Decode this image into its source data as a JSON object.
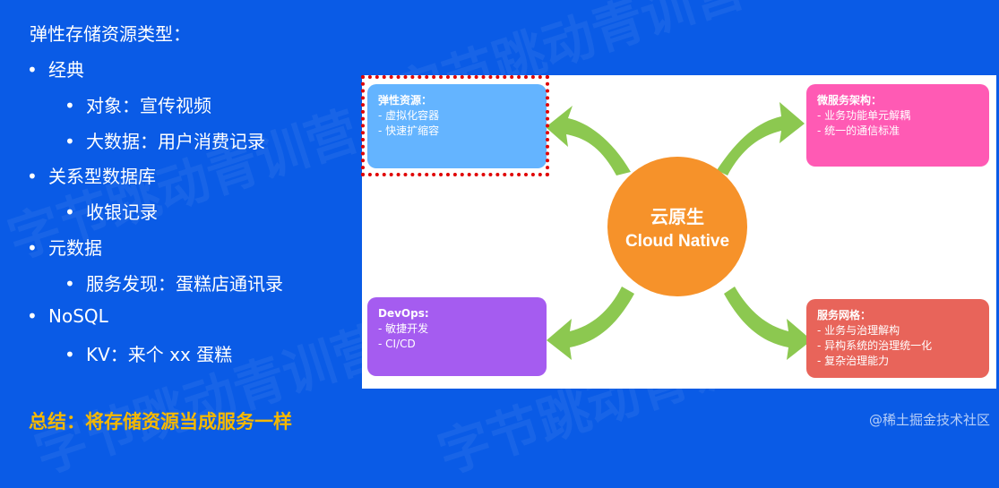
{
  "heading": "弹性存储资源类型：",
  "bullets": [
    {
      "level": 1,
      "text": "经典"
    },
    {
      "level": 2,
      "text": "对象：宣传视频"
    },
    {
      "level": 2,
      "text": "大数据：用户消费记录"
    },
    {
      "level": 1,
      "text": "关系型数据库"
    },
    {
      "level": 2,
      "text": "收银记录"
    },
    {
      "level": 1,
      "text": "元数据"
    },
    {
      "level": 2,
      "text": "服务发现：蛋糕店通讯录"
    },
    {
      "level": 1,
      "text": "NoSQL"
    },
    {
      "level": 2,
      "text": "KV：来个 xx 蛋糕"
    }
  ],
  "bullet_glyph": "•",
  "summary": "总结：将存储资源当成服务一样",
  "credit": "@稀土掘金技术社区",
  "watermark": "字节跳动青训营",
  "diagram": {
    "center_cn": "云原生",
    "center_en": "Cloud Native",
    "elastic": {
      "title": "弹性资源：",
      "lines": [
        "- 虚拟化容器",
        "- 快速扩缩容"
      ]
    },
    "micro": {
      "title": "微服务架构：",
      "lines": [
        "- 业务功能单元解耦",
        "- 统一的通信标准"
      ]
    },
    "devops": {
      "title": "DevOps:",
      "lines": [
        "- 敏捷开发",
        "- CI/CD"
      ]
    },
    "mesh": {
      "title": "服务网格：",
      "lines": [
        "- 业务与治理解构",
        "- 异构系统的治理统一化",
        "- 复杂治理能力"
      ]
    }
  },
  "colors": {
    "background": "#0a5be6",
    "summary": "#f5b800",
    "elastic": "#64b4ff",
    "micro": "#ff5ab4",
    "devops": "#a55cf0",
    "mesh": "#e8645a",
    "center": "#f6922a",
    "arrow": "#8cc850",
    "highlight": "#e00000"
  }
}
